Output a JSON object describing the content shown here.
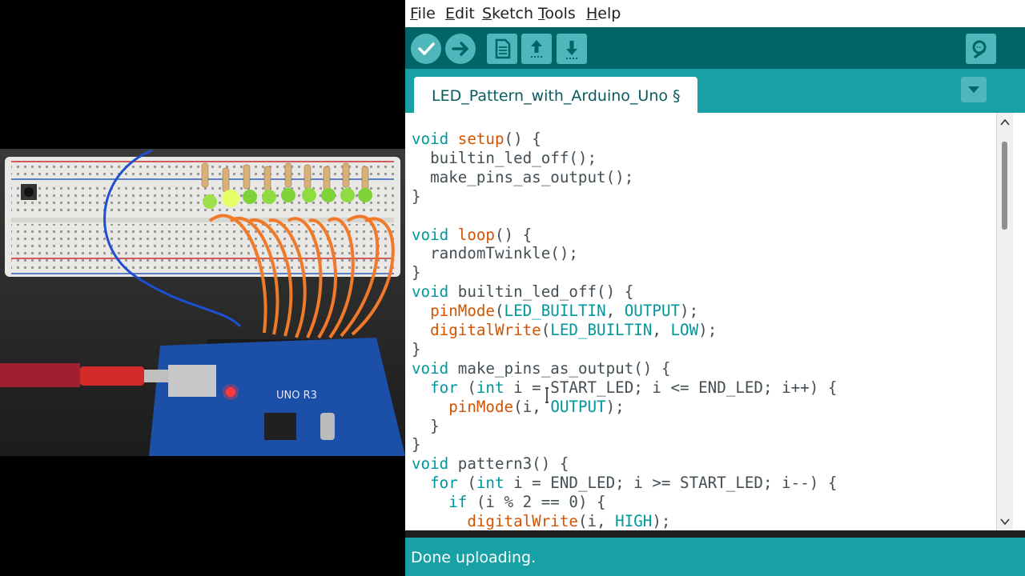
{
  "menu": [
    {
      "label_first": "F",
      "label_rest": "ile"
    },
    {
      "label_first": "E",
      "label_rest": "dit"
    },
    {
      "label_first": "S",
      "label_rest": "ketch"
    },
    {
      "label_first": "T",
      "label_rest": "ools"
    },
    {
      "label_first": "H",
      "label_rest": "elp"
    }
  ],
  "toolbar": {
    "buttons": [
      "verify-icon",
      "upload-arrow-icon",
      "new-sketch-icon",
      "open-sketch-icon",
      "save-sketch-icon",
      "serial-monitor-icon"
    ]
  },
  "tab": {
    "label": "LED_Pattern_with_Arduino_Uno §"
  },
  "status": {
    "message": "Done uploading."
  },
  "photo": {
    "board_label": "UNO R3"
  },
  "colors": {
    "toolbar_bg": "#006468",
    "tabbar_bg": "#17a1a5",
    "button_bg": "#4db7bb",
    "keyword": "#00979c",
    "function": "#d35400"
  },
  "code": [
    [
      [
        "kw",
        "void"
      ],
      [
        "t",
        " "
      ],
      [
        "fn",
        "setup"
      ],
      [
        "t",
        "() {"
      ]
    ],
    [
      [
        "t",
        "  builtin_led_off();"
      ]
    ],
    [
      [
        "t",
        "  make_pins_as_output();"
      ]
    ],
    [
      [
        "t",
        "}"
      ]
    ],
    [
      [
        "t",
        ""
      ]
    ],
    [
      [
        "kw",
        "void"
      ],
      [
        "t",
        " "
      ],
      [
        "fn",
        "loop"
      ],
      [
        "t",
        "() {"
      ]
    ],
    [
      [
        "t",
        "  randomTwinkle();"
      ]
    ],
    [
      [
        "t",
        "}"
      ]
    ],
    [
      [
        "kw",
        "void"
      ],
      [
        "t",
        " builtin_led_off() {"
      ]
    ],
    [
      [
        "t",
        "  "
      ],
      [
        "fn",
        "pinMode"
      ],
      [
        "t",
        "("
      ],
      [
        "cst",
        "LED_BUILTIN"
      ],
      [
        "t",
        ", "
      ],
      [
        "cst",
        "OUTPUT"
      ],
      [
        "t",
        ");"
      ]
    ],
    [
      [
        "t",
        "  "
      ],
      [
        "fn",
        "digitalWrite"
      ],
      [
        "t",
        "("
      ],
      [
        "cst",
        "LED_BUILTIN"
      ],
      [
        "t",
        ", "
      ],
      [
        "cst",
        "LOW"
      ],
      [
        "t",
        ");"
      ]
    ],
    [
      [
        "t",
        "}"
      ]
    ],
    [
      [
        "kw",
        "void"
      ],
      [
        "t",
        " make_pins_as_output() {"
      ]
    ],
    [
      [
        "t",
        "  "
      ],
      [
        "kw",
        "for"
      ],
      [
        "t",
        " ("
      ],
      [
        "kw",
        "int"
      ],
      [
        "t",
        " i = START_LED; i <= END_LED; i++) {"
      ]
    ],
    [
      [
        "t",
        "    "
      ],
      [
        "fn",
        "pinMode"
      ],
      [
        "t",
        "(i, "
      ],
      [
        "cst",
        "OUTPUT"
      ],
      [
        "t",
        ");"
      ]
    ],
    [
      [
        "t",
        "  }"
      ]
    ],
    [
      [
        "t",
        "}"
      ]
    ],
    [
      [
        "kw",
        "void"
      ],
      [
        "t",
        " pattern3() {"
      ]
    ],
    [
      [
        "t",
        "  "
      ],
      [
        "kw",
        "for"
      ],
      [
        "t",
        " ("
      ],
      [
        "kw",
        "int"
      ],
      [
        "t",
        " i = END_LED; i >= START_LED; i--) {"
      ]
    ],
    [
      [
        "t",
        "    "
      ],
      [
        "kw",
        "if"
      ],
      [
        "t",
        " (i % 2 == 0) {"
      ]
    ],
    [
      [
        "t",
        "      "
      ],
      [
        "fn",
        "digitalWrite"
      ],
      [
        "t",
        "(i, "
      ],
      [
        "cst",
        "HIGH"
      ],
      [
        "t",
        ");"
      ]
    ]
  ]
}
